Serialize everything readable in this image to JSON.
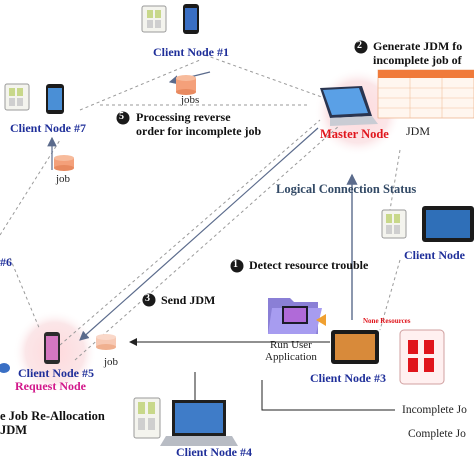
{
  "nodes": {
    "client1": "Client Node #1",
    "client7": "Client Node #7",
    "client6": "#6",
    "client5": "Client Node #5",
    "request": "Request Node",
    "client4": "Client Node #4",
    "client3": "Client Node #3",
    "client2": "Client Node",
    "master": "Master Node"
  },
  "steps": {
    "s1_num": "1",
    "s1_text": "Detect resource trouble",
    "s2_num": "2",
    "s2_line1": "Generate JDM fo",
    "s2_line2": "incomplete job of",
    "s3_num": "3",
    "s3_text": "Send JDM",
    "s5_num": "5",
    "s5_line1": "Processing reverse",
    "s5_line2": "order for incomplete job"
  },
  "labels": {
    "jobs": "jobs",
    "job_left": "job",
    "job_request": "job",
    "jdm": "JDM",
    "logical": "Logical Connection Status",
    "run1": "Run User",
    "run2": "Application",
    "none_resources": "None Resources",
    "realloc1": "e Job Re-Allocation",
    "realloc2": "JDM",
    "legend_incomplete": "Incomplete Jo",
    "legend_complete": "Complete Jo"
  }
}
